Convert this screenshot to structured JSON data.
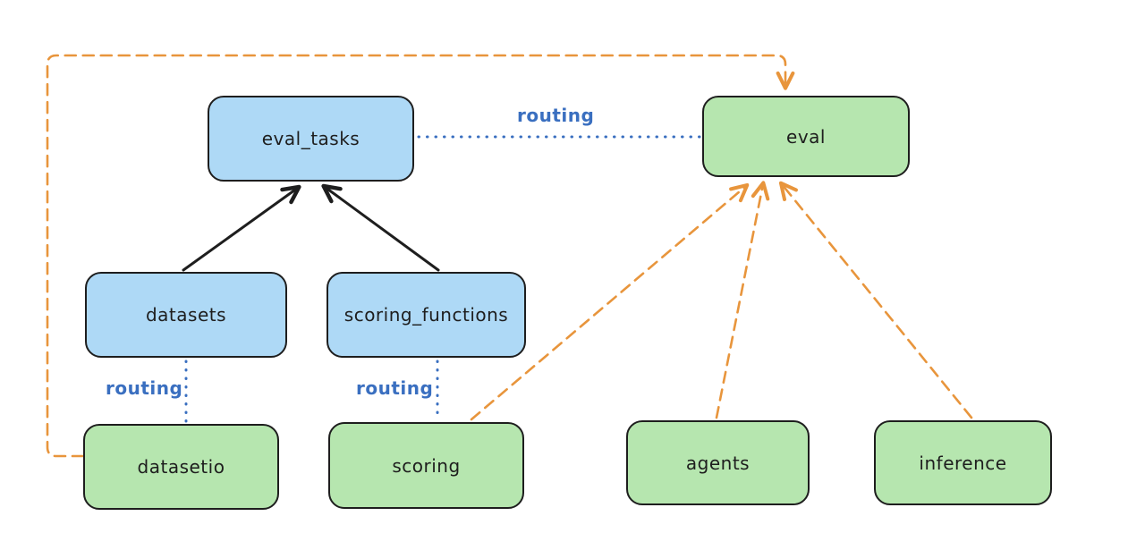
{
  "diagram": {
    "title_none_shown": "",
    "nodes": {
      "eval_tasks": {
        "label": "eval_tasks",
        "kind": "blue-box"
      },
      "eval": {
        "label": "eval",
        "kind": "green-box"
      },
      "datasets": {
        "label": "datasets",
        "kind": "blue-box"
      },
      "scoring_functions": {
        "label": "scoring_functions",
        "kind": "blue-box"
      },
      "datasetio": {
        "label": "datasetio",
        "kind": "green-box"
      },
      "scoring": {
        "label": "scoring",
        "kind": "green-box"
      },
      "agents": {
        "label": "agents",
        "kind": "green-box"
      },
      "inference": {
        "label": "inference",
        "kind": "green-box"
      }
    },
    "edge_labels": {
      "routing_eval_tasks_to_eval": "routing",
      "routing_datasets_to_datasetio": "routing",
      "routing_scoring_functions_to_scoring": "routing"
    },
    "connections": [
      {
        "from": "datasets",
        "to": "eval_tasks",
        "style": "solid",
        "arrow": true,
        "color": "#1e1e1e"
      },
      {
        "from": "scoring_functions",
        "to": "eval_tasks",
        "style": "solid",
        "arrow": true,
        "color": "#1e1e1e"
      },
      {
        "from": "eval_tasks",
        "to": "eval",
        "style": "dotted",
        "arrow": false,
        "color": "#3a6fc0",
        "label": "routing"
      },
      {
        "from": "datasets",
        "to": "datasetio",
        "style": "dotted",
        "arrow": false,
        "color": "#3a6fc0",
        "label": "routing"
      },
      {
        "from": "scoring_functions",
        "to": "scoring",
        "style": "dotted",
        "arrow": false,
        "color": "#3a6fc0",
        "label": "routing"
      },
      {
        "from": "datasetio",
        "to": "eval",
        "style": "dashed",
        "arrow": true,
        "color": "#e8953c",
        "route": "left-and-over-top"
      },
      {
        "from": "scoring",
        "to": "eval",
        "style": "dashed",
        "arrow": true,
        "color": "#e8953c"
      },
      {
        "from": "agents",
        "to": "eval",
        "style": "dashed",
        "arrow": true,
        "color": "#e8953c"
      },
      {
        "from": "inference",
        "to": "eval",
        "style": "dashed",
        "arrow": true,
        "color": "#e8953c"
      }
    ],
    "colors": {
      "background": "#ffffff",
      "blue_node_fill": "#aed9f6",
      "green_node_fill": "#b6e6af",
      "node_border": "#1e1e1e",
      "solid_arrow": "#1e1e1e",
      "routing_dotted": "#3a6fc0",
      "provider_dashed": "#e8953c"
    }
  }
}
